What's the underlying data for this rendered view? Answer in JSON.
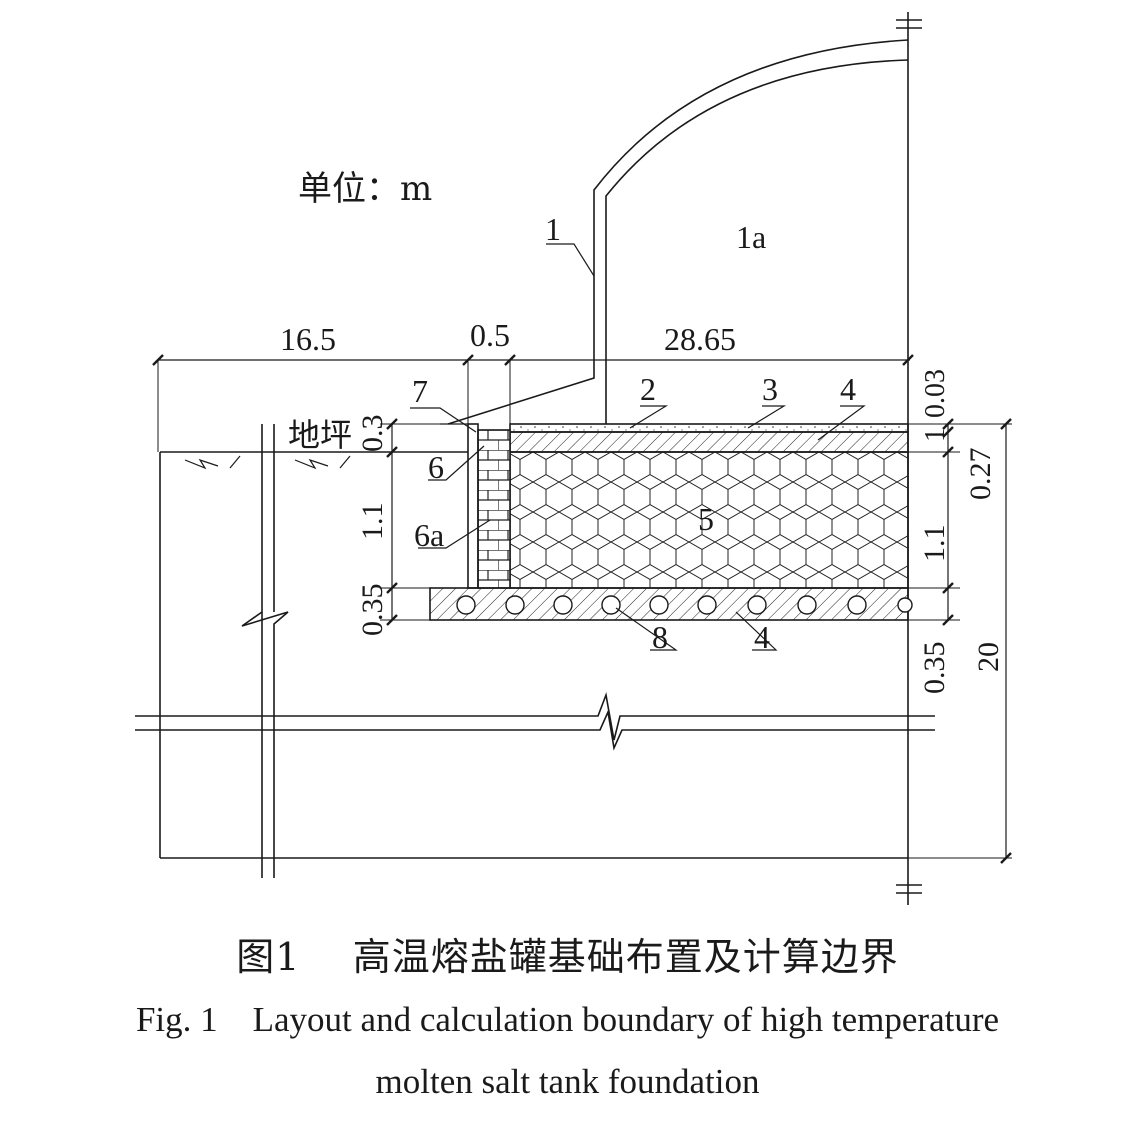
{
  "unit_note": "单位：m",
  "ground_label": "地坪",
  "callouts": {
    "c1": "1",
    "c1a": "1a",
    "c2": "2",
    "c3": "3",
    "c4_top": "4",
    "c5": "5",
    "c6": "6",
    "c6a": "6a",
    "c7": "7",
    "c8": "8",
    "c4_bottom": "4"
  },
  "dimensions": {
    "width_left": "16.5",
    "width_wall": "0.5",
    "width_right": "28.65",
    "height_0_3": "0.3",
    "height_1_1_left": "1.1",
    "height_0_35_left": "0.35",
    "height_0_03": "0.03",
    "height_0_27": "0.27",
    "height_1_1_right": "1.1",
    "height_0_35_right": "0.35",
    "height_20": "20",
    "height_1": "1"
  },
  "caption": {
    "cn_label": "图1",
    "cn_text": "高温熔盐罐基础布置及计算边界",
    "en_label": "Fig. 1",
    "en_line1": "Layout and calculation boundary of high temperature",
    "en_line2": "molten salt tank foundation"
  }
}
